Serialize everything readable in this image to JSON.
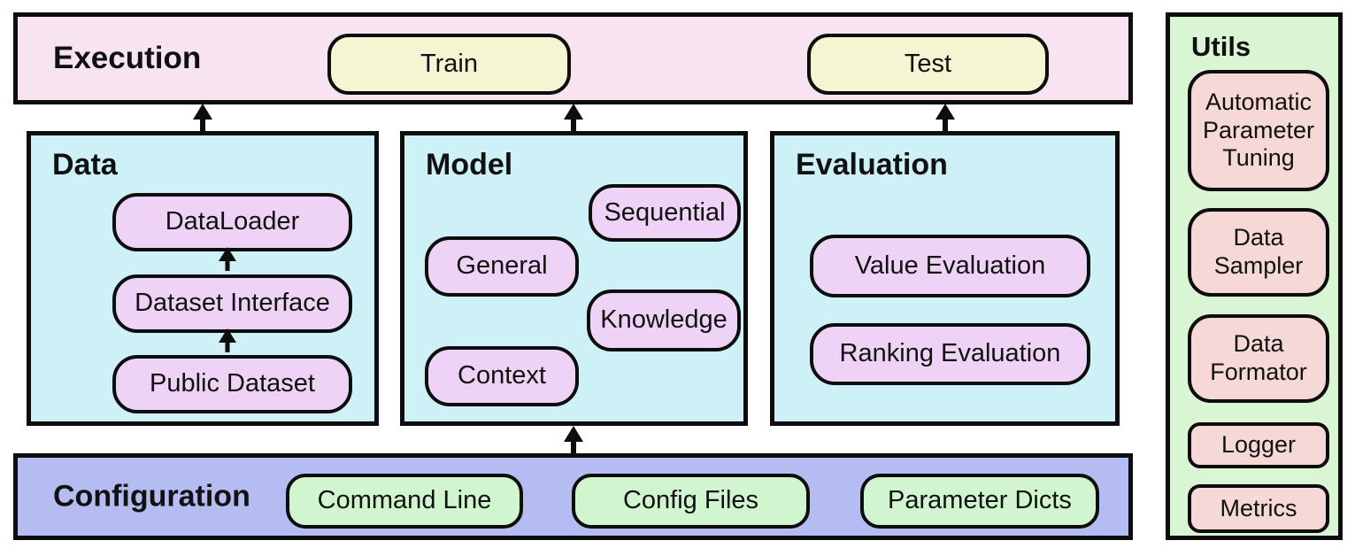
{
  "execution": {
    "title": "Execution",
    "train_label": "Train",
    "test_label": "Test"
  },
  "data_panel": {
    "title": "Data",
    "items": [
      "DataLoader",
      "Dataset Interface",
      "Public Dataset"
    ]
  },
  "model_panel": {
    "title": "Model",
    "items": [
      "Sequential",
      "General",
      "Knowledge",
      "Context"
    ]
  },
  "evaluation_panel": {
    "title": "Evaluation",
    "items": [
      "Value Evaluation",
      "Ranking Evaluation"
    ]
  },
  "configuration_panel": {
    "title": "Configuration",
    "items": [
      "Command Line",
      "Config Files",
      "Parameter Dicts"
    ]
  },
  "utils_panel": {
    "title": "Utils",
    "items": [
      "Automatic Parameter Tuning",
      "Data Sampler",
      "Data Formator",
      "Logger",
      "Metrics"
    ]
  },
  "colors": {
    "execution_bg": "#f8e3f1",
    "yellow_chip": "#f5f5d3",
    "cyan_panel": "#cdf1f6",
    "purple_chip": "#eed3f7",
    "config_bg": "#b4bcf1",
    "green_chip": "#d0f5cf",
    "utils_bg": "#daf5d3",
    "pink_chip": "#f6d8d7",
    "border": "#0d0d0d"
  }
}
